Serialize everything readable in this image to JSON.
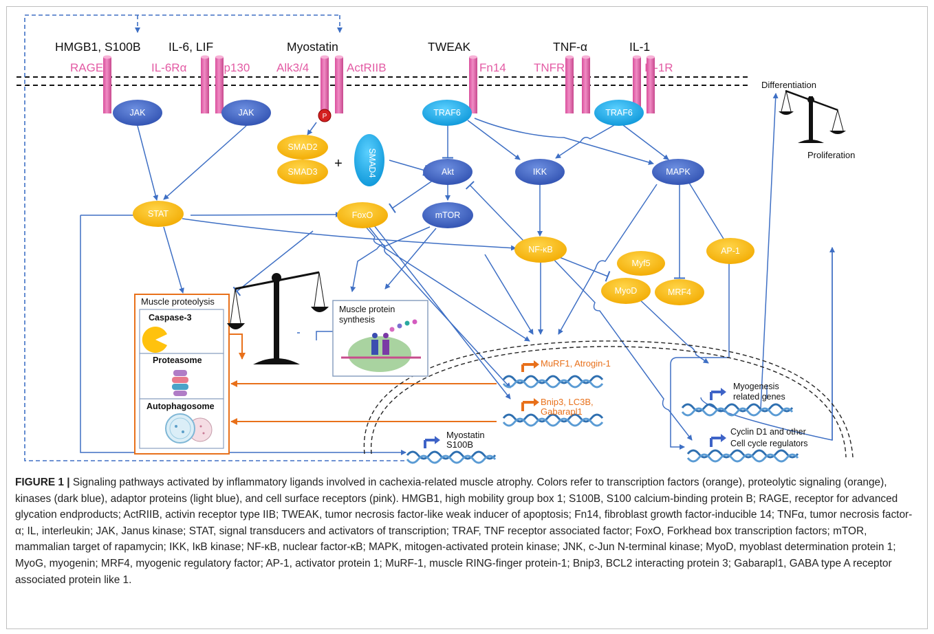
{
  "colors": {
    "receptor": "#e870b0",
    "receptor_label": "#e35ba4",
    "kinase": "#3e63c7",
    "adaptor": "#1ab0ee",
    "tf": "#ffc20e",
    "arrow": "#3e6fc4",
    "orange": "#e8701a"
  },
  "ligands": {
    "hmgb1": "HMGB1, S100B",
    "il6": "IL-6, LIF",
    "myostatin": "Myostatin",
    "tweak": "TWEAK",
    "tnfa": "TNF-α",
    "il1": "IL-1"
  },
  "receptors": {
    "rage": "RAGE",
    "il6ra": "IL-6Rα",
    "gp130": "gp130",
    "alk": "Alk3/4",
    "actriib": "ActRIIB",
    "fn14": "Fn14",
    "tnfr": "TNFR",
    "il1r": "IL-1R"
  },
  "nodes": {
    "jak1": "JAK",
    "jak2": "JAK",
    "p": "P",
    "smad2": "SMAD2",
    "smad3": "SMAD3",
    "plus": "+",
    "smad4": "SMAD4",
    "traf6a": "TRAF6",
    "traf6b": "TRAF6",
    "akt": "Akt",
    "ikk": "IKK",
    "mapk": "MAPK",
    "stat": "STAT",
    "foxo": "FoxO",
    "mtor": "mTOR",
    "nfkb": "NF-κB",
    "ap1": "AP-1",
    "myf5": "Myf5",
    "myod": "MyoD",
    "mrf4": "MRF4"
  },
  "boxes": {
    "proteolysis_title": "Muscle proteolysis",
    "caspase": "Caspase-3",
    "proteasome": "Proteasome",
    "autophagosome": "Autophagosome",
    "synthesis_line1": "Muscle protein",
    "synthesis_line2": "synthesis"
  },
  "genes": {
    "murf": "MuRF1, Atrogin-1",
    "bnip_1": "Bnip3, LC3B,",
    "bnip_2": "Gabarapl1",
    "myostatin_1": "Myostatin",
    "myostatin_2": "S100B",
    "myogenesis_1": "Myogenesis",
    "myogenesis_2": "related genes",
    "cyclin_1": "Cyclin D1 and other",
    "cyclin_2": "Cell cycle regulators"
  },
  "outcomes": {
    "differentiation": "Differentiation",
    "proliferation": "Proliferation"
  },
  "caption": {
    "label": "FIGURE 1 |",
    "text": " Signaling pathways activated by inflammatory ligands involved in cachexia-related muscle atrophy. Colors refer to transcription factors (orange), proteolytic signaling (orange), kinases (dark blue), adaptor proteins (light blue), and cell surface receptors (pink). HMGB1, high mobility group box 1; S100B, S100 calcium-binding protein B; RAGE, receptor for advanced glycation endproducts; ActRIIB, activin receptor type IIB; TWEAK, tumor necrosis factor-like weak inducer of apoptosis; Fn14, fibroblast growth factor-inducible 14; TNFα, tumor necrosis factor-α; IL, interleukin; JAK, Janus kinase; STAT, signal transducers and activators of transcription; TRAF, TNF receptor associated factor; FoxO, Forkhead box transcription factors; mTOR, mammalian target of rapamycin; IKK, IκB kinase; NF-κB, nuclear factor-κB; MAPK, mitogen-activated protein kinase; JNK, c-Jun N-terminal kinase; MyoD, myoblast determination protein 1; MyoG, myogenin; MRF4, myogenic regulatory factor; AP-1, activator protein 1; MuRF-1, muscle RING-finger protein-1; Bnip3, BCL2 interacting protein 3; Gabarapl1, GABA type A receptor associated protein like 1."
  }
}
